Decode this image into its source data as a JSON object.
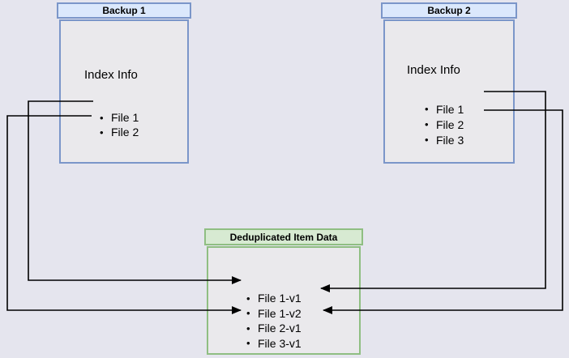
{
  "diagram": {
    "boxes": {
      "backup1": {
        "title": "Backup 1",
        "label": "Index Info",
        "files": [
          "File 1",
          "File 2"
        ]
      },
      "backup2": {
        "title": "Backup 2",
        "label": "Index Info",
        "files": [
          "File 1",
          "File 2",
          "File 3"
        ]
      },
      "dedup": {
        "title": "Deduplicated Item Data",
        "files": [
          "File 1-v1",
          "File 1-v2",
          "File 2-v1",
          "File 3-v1"
        ]
      }
    },
    "bullet": "•",
    "links": [
      {
        "from": "Backup 1 : File 1",
        "to": "File 1-v1"
      },
      {
        "from": "Backup 1 : File 2",
        "to": "File 2-v1"
      },
      {
        "from": "Backup 2 : File 1",
        "to": "File 1-v2"
      },
      {
        "from": "Backup 2 : File 2",
        "to": "File 2-v1"
      }
    ],
    "colors": {
      "background": "#e5e5ee",
      "box_fill": "#eae9ec",
      "blue_header": "#dbe8fc",
      "blue_border": "#7b96c9",
      "green_header": "#d7ead2",
      "green_border": "#8fbe82",
      "line": "#000000"
    }
  }
}
